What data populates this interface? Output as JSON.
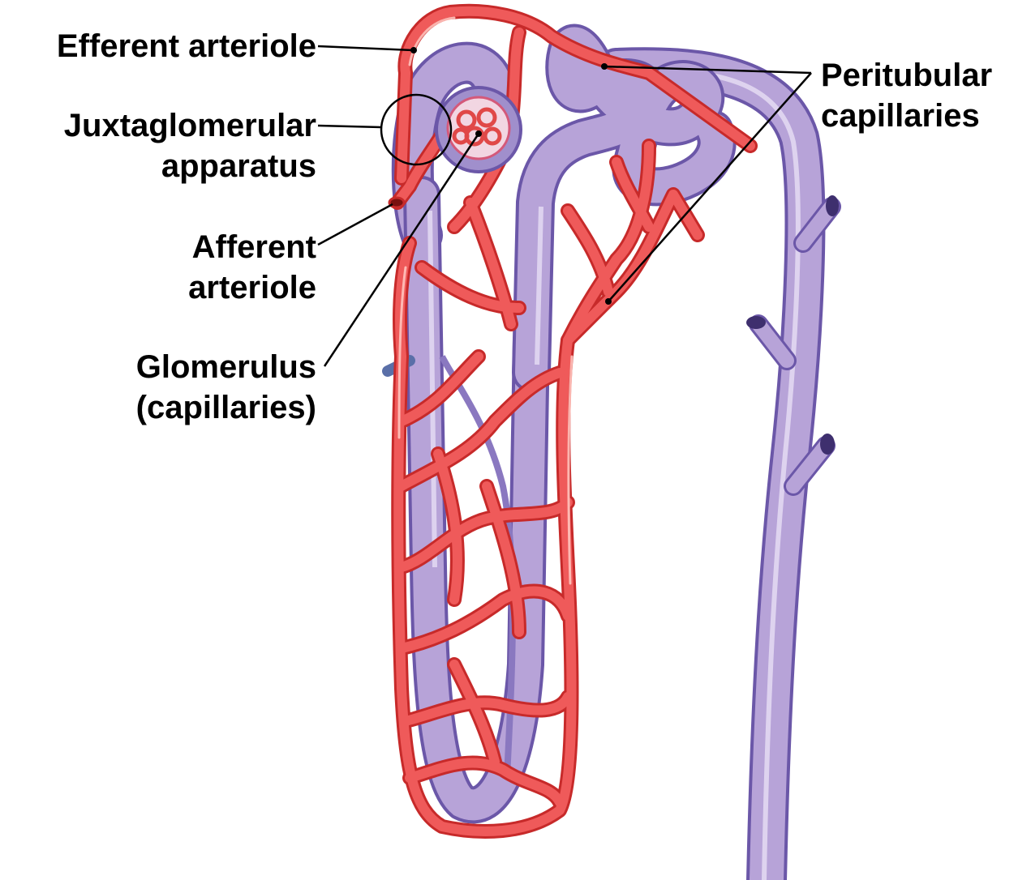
{
  "colors": {
    "tubule_fill": "#b7a3d8",
    "tubule_edge": "#6b57a8",
    "tubule_highlight": "#e7def5",
    "vessel_fill": "#ef5a5a",
    "vessel_edge": "#c72a2a",
    "vessel_highlight": "#ffc3bd",
    "leader_line": "#000000"
  },
  "labels": {
    "efferent_arteriole": "Efferent arteriole",
    "juxtaglomerular_line1": "Juxtaglomerular",
    "juxtaglomerular_line2": "apparatus",
    "afferent_line1": "Afferent",
    "afferent_line2": "arteriole",
    "glomerulus_line1": "Glomerulus",
    "glomerulus_line2": "(capillaries)",
    "peritubular_line1": "Peritubular",
    "peritubular_line2": "capillaries"
  }
}
